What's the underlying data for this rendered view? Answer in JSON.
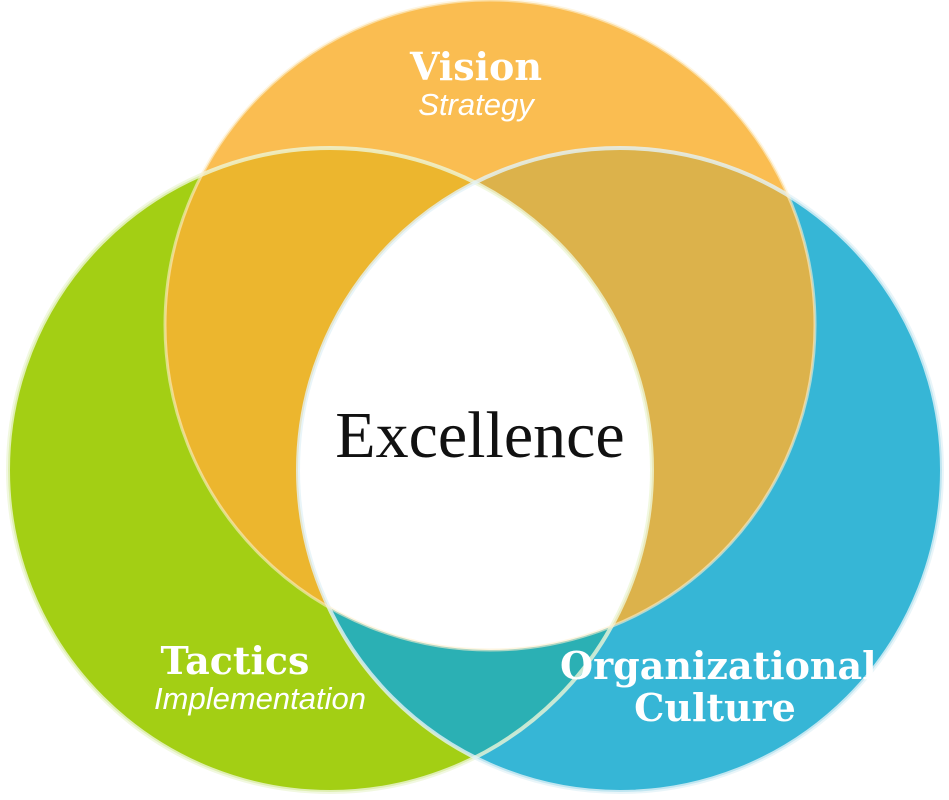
{
  "center": "Excellence",
  "vision": {
    "title": "Vision",
    "subtitle": "Strategy",
    "color": "#F9B233"
  },
  "tactics": {
    "title": "Tactics",
    "subtitle": "Implementation",
    "color": "#A3CF14"
  },
  "culture": {
    "line1": "Organizational",
    "line2": "Culture",
    "color": "#36B6D6"
  }
}
